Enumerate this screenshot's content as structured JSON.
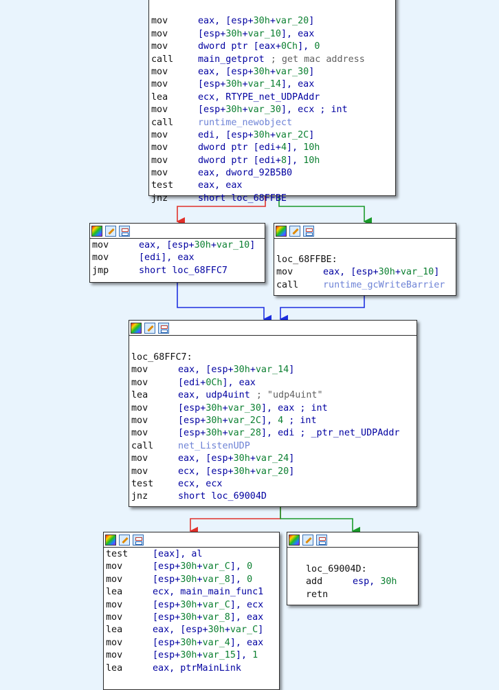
{
  "colors": {
    "background": "#e9f4fd",
    "edge_false": "#e0302a",
    "edge_true": "#1a9a2a",
    "edge_jump": "#1d2fe0",
    "operand": "#0000a0",
    "number": "#0b7f30",
    "func": "#6e83d6",
    "comment": "#606060"
  },
  "toolbar_icons": [
    "color-palette-icon",
    "edit-pencil-icon",
    "graph-view-icon"
  ],
  "nodes": {
    "top": {
      "lines": [
        {
          "mn": "mov",
          "ops": "eax, [esp+30h+var_20]"
        },
        {
          "mn": "mov",
          "ops": "[esp+30h+var_10], eax"
        },
        {
          "mn": "mov",
          "ops": "dword ptr [eax+0Ch], 0"
        },
        {
          "mn": "call",
          "ops": "main_getprot",
          "comment": "; get mac address"
        },
        {
          "mn": "mov",
          "ops": "eax, [esp+30h+var_30]"
        },
        {
          "mn": "mov",
          "ops": "[esp+30h+var_14], eax"
        },
        {
          "mn": "lea",
          "ops": "ecx, RTYPE_net_UDPAddr"
        },
        {
          "mn": "mov",
          "ops": "[esp+30h+var_30], ecx ; int"
        },
        {
          "mn": "call",
          "ops": "runtime_newobject"
        },
        {
          "mn": "mov",
          "ops": "edi, [esp+30h+var_2C]"
        },
        {
          "mn": "mov",
          "ops": "dword ptr [edi+4], 10h"
        },
        {
          "mn": "mov",
          "ops": "dword ptr [edi+8], 10h"
        },
        {
          "mn": "mov",
          "ops": "eax, dword_92B5B0"
        },
        {
          "mn": "test",
          "ops": "eax, eax"
        },
        {
          "mn": "jnz",
          "ops": "short loc_68FFBE"
        }
      ]
    },
    "left1": {
      "lines": [
        {
          "mn": "mov",
          "ops": "eax, [esp+30h+var_10]"
        },
        {
          "mn": "mov",
          "ops": "[edi], eax"
        },
        {
          "mn": "jmp",
          "ops": "short loc_68FFC7"
        }
      ]
    },
    "right1": {
      "label": "loc_68FFBE:",
      "lines": [
        {
          "mn": "mov",
          "ops": "eax, [esp+30h+var_10]"
        },
        {
          "mn": "call",
          "ops": "runtime_gcWriteBarrier"
        }
      ]
    },
    "middle": {
      "label": "loc_68FFC7:",
      "lines": [
        {
          "mn": "mov",
          "ops": "eax, [esp+30h+var_14]"
        },
        {
          "mn": "mov",
          "ops": "[edi+0Ch], eax"
        },
        {
          "mn": "lea",
          "ops": "eax, udp4uint",
          "comment": "; \"udp4uint\""
        },
        {
          "mn": "mov",
          "ops": "[esp+30h+var_30], eax ; int"
        },
        {
          "mn": "mov",
          "ops": "[esp+30h+var_2C], 4 ; int"
        },
        {
          "mn": "mov",
          "ops": "[esp+30h+var_28], edi ; _ptr_net_UDPAddr"
        },
        {
          "mn": "call",
          "ops": "net_ListenUDP"
        },
        {
          "mn": "mov",
          "ops": "eax, [esp+30h+var_24]"
        },
        {
          "mn": "mov",
          "ops": "ecx, [esp+30h+var_20]"
        },
        {
          "mn": "test",
          "ops": "ecx, ecx"
        },
        {
          "mn": "jnz",
          "ops": "short loc_69004D"
        }
      ]
    },
    "bottom_left": {
      "lines": [
        {
          "mn": "test",
          "ops": "[eax], al"
        },
        {
          "mn": "mov",
          "ops": "[esp+30h+var_C], 0"
        },
        {
          "mn": "mov",
          "ops": "[esp+30h+var_8], 0"
        },
        {
          "mn": "lea",
          "ops": "ecx, main_main_func1"
        },
        {
          "mn": "mov",
          "ops": "[esp+30h+var_C], ecx"
        },
        {
          "mn": "mov",
          "ops": "[esp+30h+var_8], eax"
        },
        {
          "mn": "lea",
          "ops": "eax, [esp+30h+var_C]"
        },
        {
          "mn": "mov",
          "ops": "[esp+30h+var_4], eax"
        },
        {
          "mn": "mov",
          "ops": "[esp+30h+var_15], 1"
        },
        {
          "mn": "lea",
          "ops": "eax, ptrMainLink"
        }
      ]
    },
    "bottom_right": {
      "label": "loc_69004D:",
      "lines": [
        {
          "mn": "add",
          "ops": "esp, 30h"
        },
        {
          "mn": "retn",
          "ops": ""
        }
      ]
    }
  }
}
